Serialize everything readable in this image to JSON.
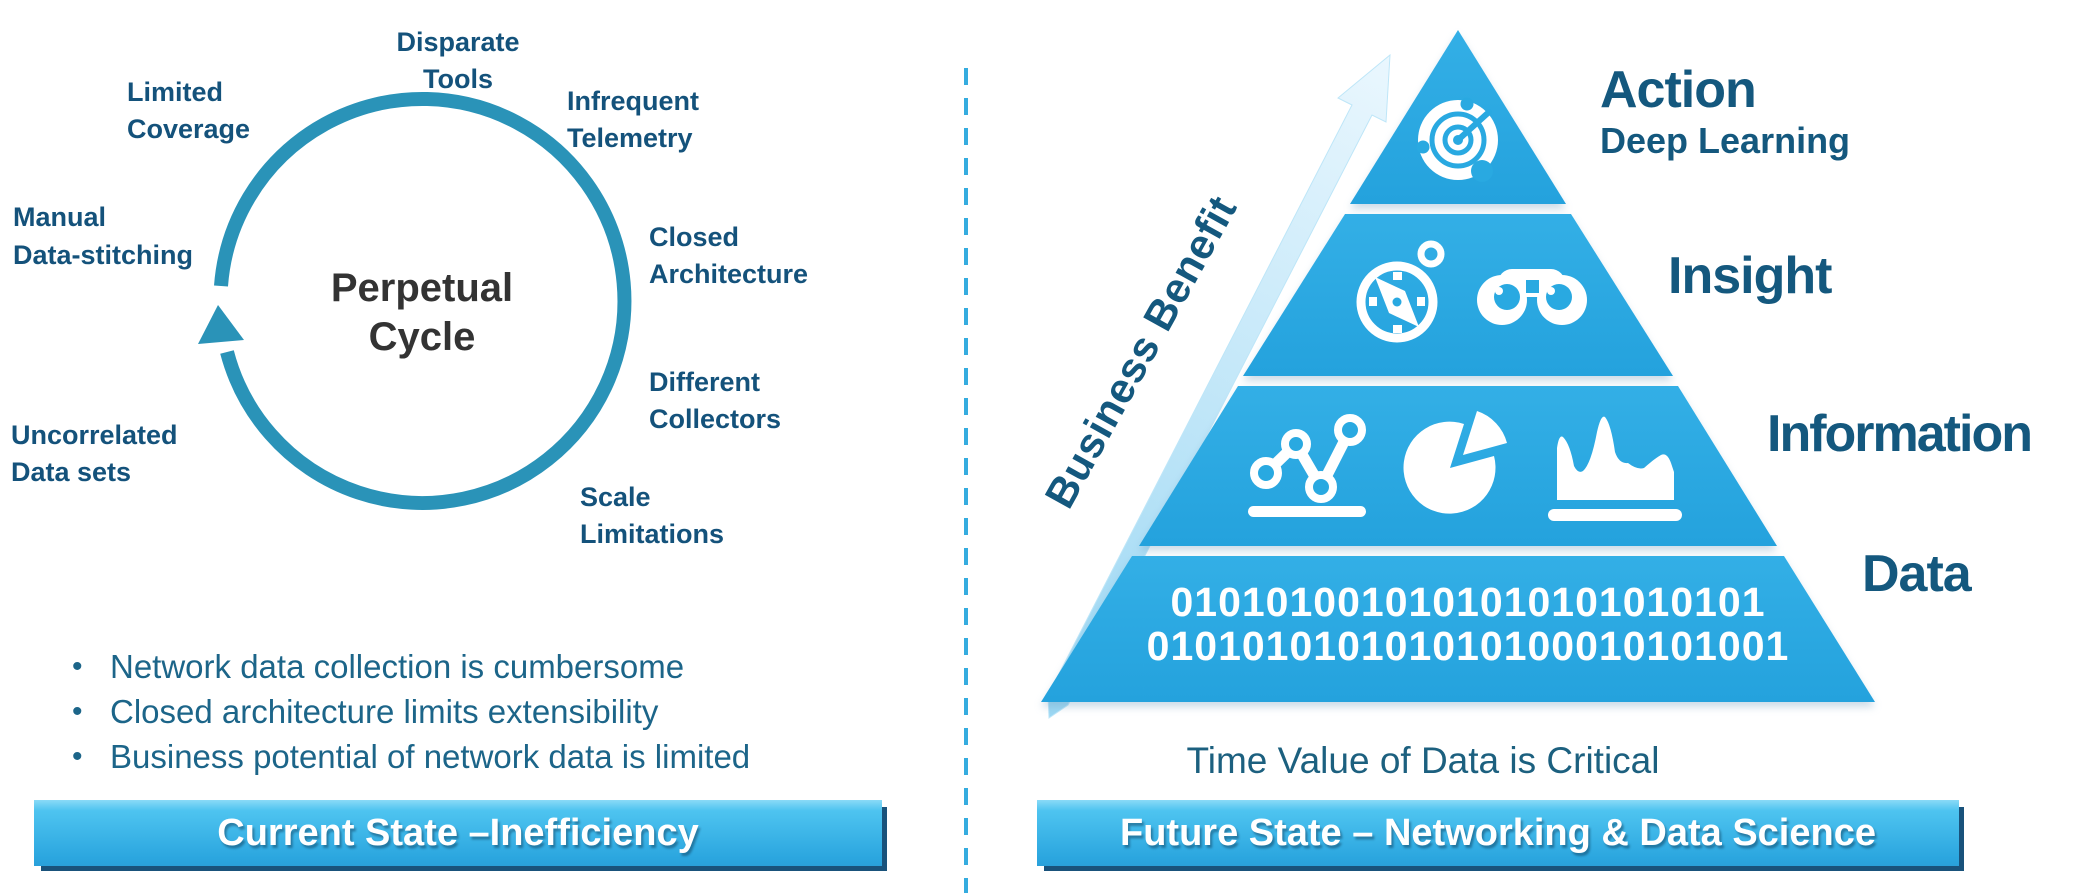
{
  "left": {
    "center": {
      "lines": [
        "Perpetual",
        "Cycle"
      ]
    },
    "ring_labels": [
      {
        "lines": [
          "Disparate",
          "Tools"
        ]
      },
      {
        "lines": [
          "Limited",
          "Coverage"
        ]
      },
      {
        "lines": [
          "Infrequent",
          "Telemetry"
        ]
      },
      {
        "lines": [
          "Manual",
          "Data-stitching"
        ]
      },
      {
        "lines": [
          "Closed",
          "Architecture"
        ]
      },
      {
        "lines": [
          "Different",
          "Collectors"
        ]
      },
      {
        "lines": [
          "Uncorrelated",
          "Data sets"
        ]
      },
      {
        "lines": [
          "Scale",
          "Limitations"
        ]
      }
    ],
    "bullet_glyph": "•",
    "bullets": [
      "Network data collection is cumbersome",
      "Closed architecture limits extensibility",
      "Business potential of network data is limited"
    ],
    "banner": "Current State –Inefficiency"
  },
  "right": {
    "rotated_label": "Business Benefit",
    "layers": [
      {
        "label": "Action",
        "sublabel": "Deep Learning",
        "icons": [
          "radar-icon"
        ]
      },
      {
        "label": "Insight",
        "icons": [
          "compass-icon",
          "binoculars-icon"
        ]
      },
      {
        "label": "Information",
        "icons": [
          "line-chart-icon",
          "pie-chart-icon",
          "area-chart-icon"
        ]
      },
      {
        "label": "Data",
        "icons": [
          "binary-digits"
        ]
      }
    ],
    "binary_rows": [
      "0101010010101010101010101",
      "010101010101010100010101001"
    ],
    "caption": "Time Value of Data is Critical",
    "banner": "Future State – Networking & Data Science"
  },
  "colors": {
    "pyramid_blue": "#29A9E1",
    "cycle_teal": "#2A93B8",
    "label_navy": "#14587E",
    "body_teal": "#1C607F",
    "banner_top": "#4EC4F0",
    "banner_bottom": "#2AA5DF",
    "banner_shadow": "#19527B",
    "divider_blue": "#35ACDF",
    "arrow_light_blue": "#9BD7F3"
  }
}
